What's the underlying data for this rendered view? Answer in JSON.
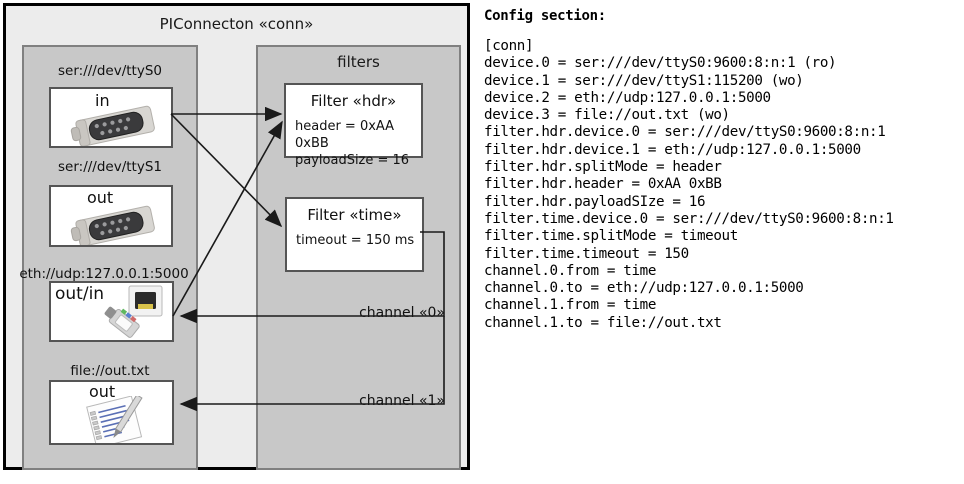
{
  "diagram": {
    "title": "PIConnecton «conn»",
    "devices_panel": {
      "items": [
        {
          "label": "ser:///dev/ttyS0",
          "kind": "in",
          "icon": "serial-port-icon"
        },
        {
          "label": "ser:///dev/ttyS1",
          "kind": "out",
          "icon": "serial-port-icon"
        },
        {
          "label": "eth://udp:127.0.0.1:5000",
          "kind": "out/in",
          "icon": "ethernet-plug-icon"
        },
        {
          "label": "file://out.txt",
          "kind": "out",
          "icon": "text-file-icon"
        }
      ]
    },
    "filters_panel": {
      "title": "filters",
      "filters": [
        {
          "title": "Filter «hdr»",
          "props": [
            "header = 0xAA 0xBB",
            "payloadSize = 16"
          ]
        },
        {
          "title": "Filter «time»",
          "props": [
            "timeout = 150 ms"
          ]
        }
      ]
    },
    "channels": [
      {
        "label": "channel «0»"
      },
      {
        "label": "channel «1»"
      }
    ]
  },
  "config": {
    "heading": "Config section:",
    "body": "[conn]\ndevice.0 = ser:///dev/ttyS0:9600:8:n:1 (ro)\ndevice.1 = ser:///dev/ttyS1:115200 (wo)\ndevice.2 = eth://udp:127.0.0.1:5000\ndevice.3 = file://out.txt (wo)\nfilter.hdr.device.0 = ser:///dev/ttyS0:9600:8:n:1\nfilter.hdr.device.1 = eth://udp:127.0.0.1:5000\nfilter.hdr.splitMode = header\nfilter.hdr.header = 0xAA 0xBB\nfilter.hdr.payloadSIze = 16\nfilter.time.device.0 = ser:///dev/ttyS0:9600:8:n:1\nfilter.time.splitMode = timeout\nfilter.time.timeout = 150\nchannel.0.from = time\nchannel.0.to = eth://udp:127.0.0.1:5000\nchannel.1.from = time\nchannel.1.to = file://out.txt"
  },
  "colors": {
    "outer_border": "#000000",
    "canvas_bg": "#ececec",
    "panel_bg": "#c8c8c8",
    "panel_border": "#808080",
    "box_bg": "#ffffff",
    "box_border": "#555555",
    "arrow": "#1a1a1a"
  }
}
